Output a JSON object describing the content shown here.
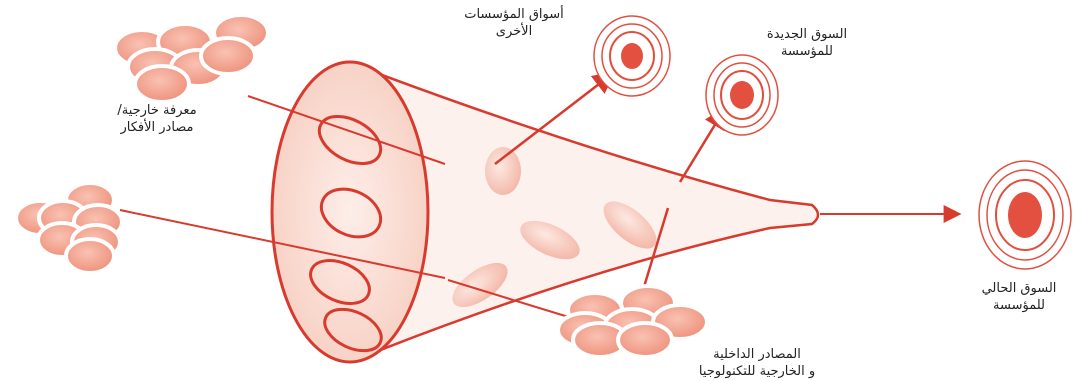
{
  "labels": {
    "external_knowledge": [
      "معرفة خارجية/",
      "مصادر الأفكار"
    ],
    "other_markets": [
      "أسواق المؤسسات",
      "الأخرى"
    ],
    "new_market": [
      "السوق الجديدة",
      "للمؤسسة"
    ],
    "current_market": [
      "السوق الحالي",
      "للمؤسسة"
    ],
    "technology_sources": [
      "المصادر الداخلية",
      "و الخارجية للتكنولوجيا"
    ]
  },
  "colors": {
    "line": "#d83a2e",
    "cluster_fill": "#f0a08e",
    "cluster_stroke": "#ffffff",
    "funnel_fill": "#fbe3dc",
    "blob_fill": "#f6c7b9",
    "target_core": "#e4503f"
  }
}
